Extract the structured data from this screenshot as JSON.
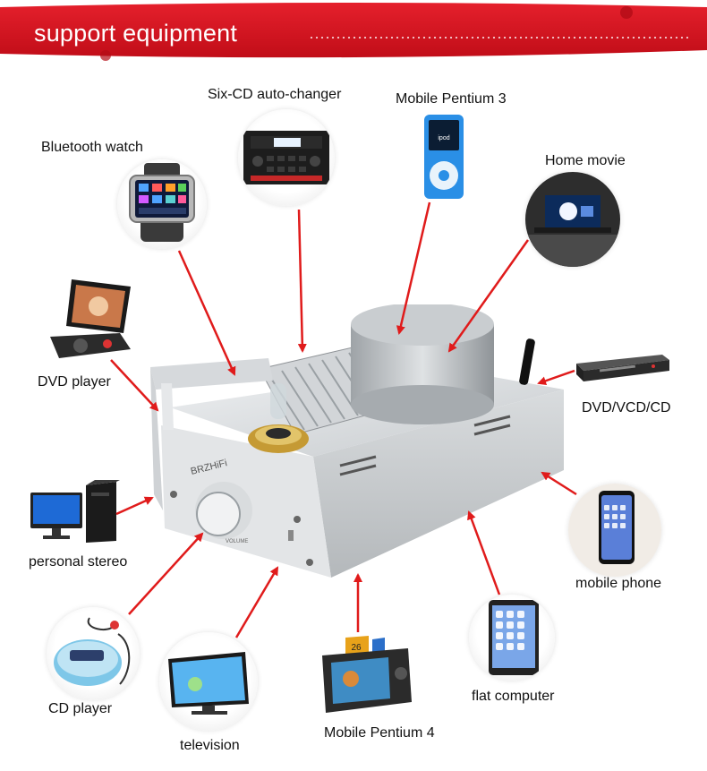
{
  "header": {
    "title": "support equipment",
    "colors": {
      "banner": "#d7111e",
      "banner_dark": "#a50a14"
    }
  },
  "devices": {
    "bluetooth_watch": "Bluetooth watch",
    "six_cd": "Six-CD auto-changer",
    "pentium3": "Mobile Pentium 3",
    "home_movie": "Home movie",
    "dvd_player": "DVD player",
    "dvd_vcd_cd": "DVD/VCD/CD",
    "personal_stereo": "personal stereo",
    "mobile_phone": "mobile phone",
    "cd_player": "CD player",
    "flat_computer": "flat computer",
    "television": "television",
    "pentium4": "Mobile Pentium 4"
  },
  "amplifier": {
    "brand": "BRZHiFi",
    "knob_label": "VOLUME"
  },
  "arrow_color": "#e01b1b",
  "icons": [
    "smartwatch-icon",
    "car-stereo-icon",
    "ipod-icon",
    "projector-icon",
    "portable-dvd-icon",
    "dvd-box-icon",
    "desktop-pc-icon",
    "smartphone-icon",
    "cd-walkman-icon",
    "tablet-icon",
    "tv-icon",
    "game-handheld-icon"
  ]
}
